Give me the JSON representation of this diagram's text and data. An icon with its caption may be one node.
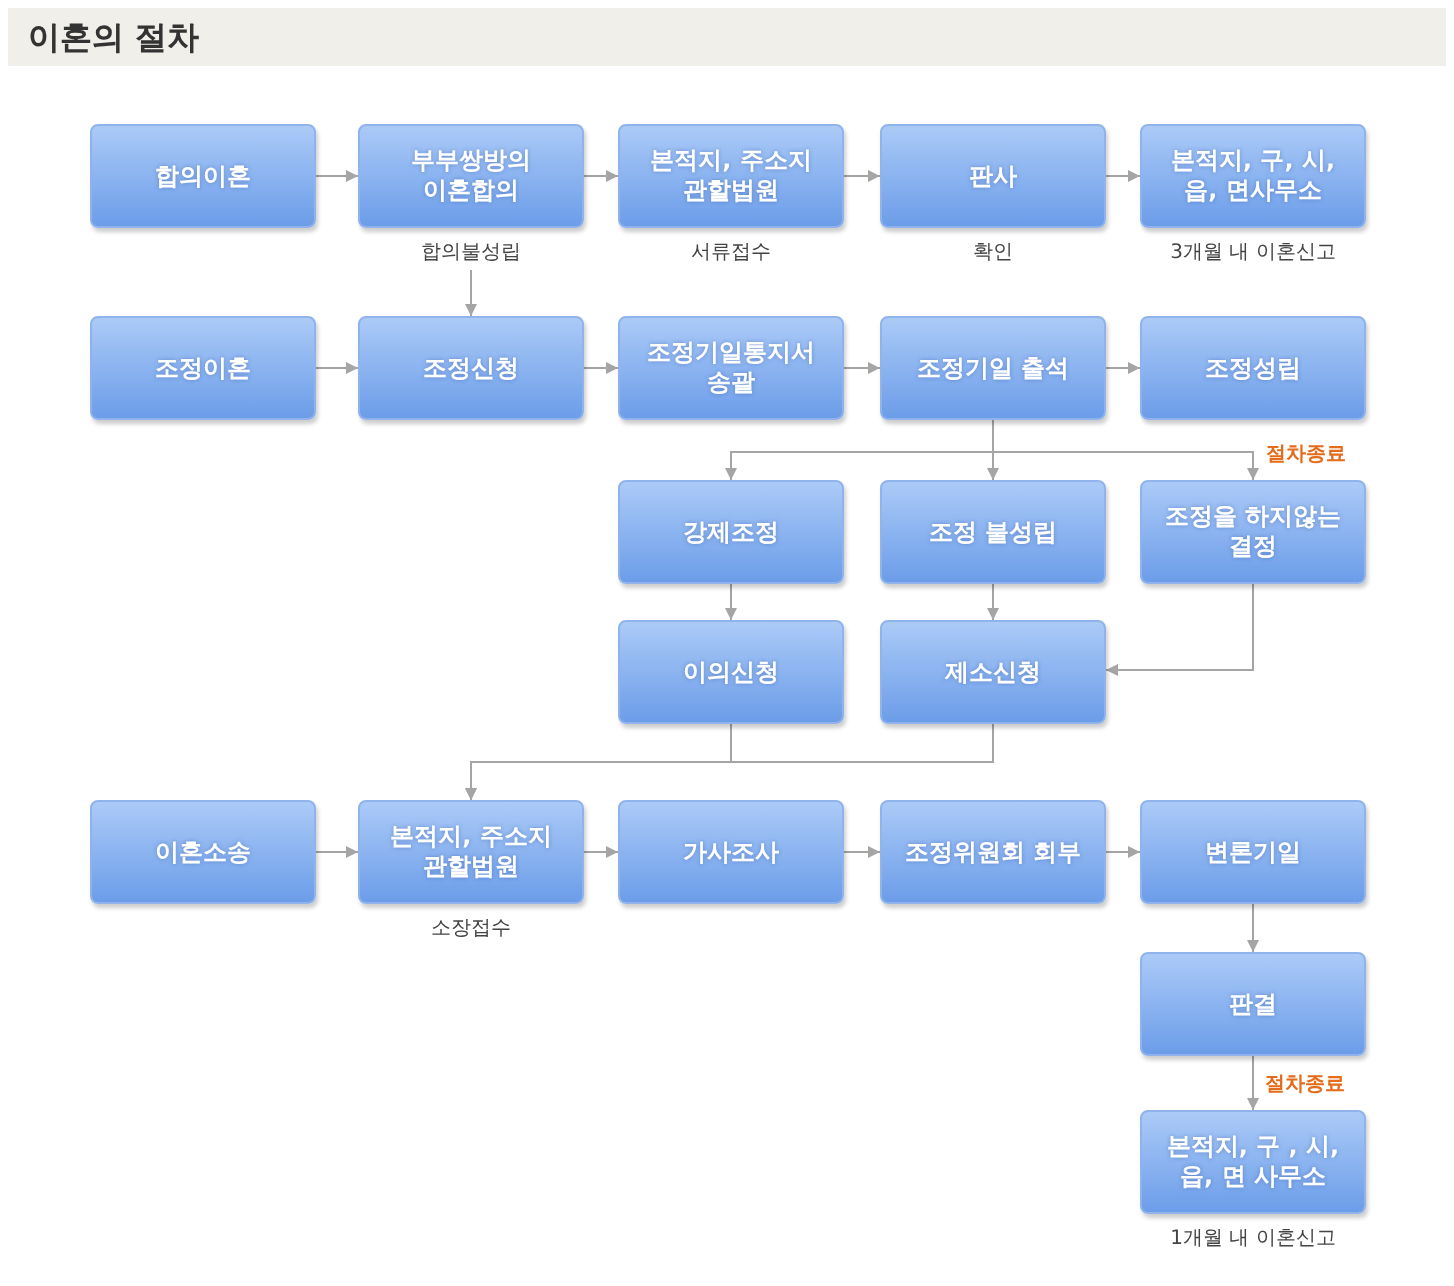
{
  "diagram": {
    "title": "이혼의 절차",
    "nodes": [
      {
        "text": [
          "합의이혼"
        ]
      },
      {
        "text": [
          "부부쌍방의 이혼합의"
        ],
        "beside": [
          "합의불성립"
        ]
      },
      {
        "text": [
          "본적지, 주소지 관할법원"
        ],
        "beside": [
          "서류접수"
        ]
      },
      {
        "text": [
          "판사"
        ],
        "beside": [
          "확인"
        ]
      },
      {
        "text": [
          "본적지, 구, 시, 읍, 면사무소"
        ],
        "beside": [
          "3개월 내 이혼신고"
        ]
      },
      {
        "text": [
          "조정이혼"
        ]
      },
      {
        "text": [
          "조정신청"
        ]
      },
      {
        "text": [
          "조정기일통지서 송괄"
        ]
      },
      {
        "text": [
          "조정기일 출석"
        ]
      },
      {
        "text": [
          "조정성립"
        ],
        "beside": [
          "절차종료"
        ]
      },
      {
        "text": [
          "강제조정"
        ]
      },
      {
        "text": [
          "조정 불성립"
        ]
      },
      {
        "text": [
          "조정을 하지않는 결정"
        ]
      },
      {
        "text": [
          "이의신청"
        ]
      },
      {
        "text": [
          "제소신청"
        ]
      },
      {
        "text": [
          "이혼소송"
        ]
      },
      {
        "text": [
          "본적지, 주소지 관할법원"
        ],
        "beside": [
          "소장접수"
        ]
      },
      {
        "text": [
          "가사조사"
        ]
      },
      {
        "text": [
          "조정위원회 회부"
        ]
      },
      {
        "text": [
          "변론기일"
        ]
      },
      {
        "text": [
          "판결"
        ]
      },
      {
        "text": [
          "본적지, 구 , 시, 읍, 면 사무소"
        ],
        "beside": [
          "1개월 내 이혼신고"
        ]
      }
    ],
    "edges": [
      {
        "from": 0,
        "to": 1,
        "arrow": "to"
      },
      {
        "from": 1,
        "to": 2,
        "arrow": "to"
      },
      {
        "from": 2,
        "to": 3,
        "arrow": "to"
      },
      {
        "from": 3,
        "to": 4,
        "arrow": "to"
      },
      {
        "from": 1,
        "to": 6,
        "arrow": "to"
      },
      {
        "from": 5,
        "to": 6,
        "arrow": "to"
      },
      {
        "from": 6,
        "to": 7,
        "arrow": "to"
      },
      {
        "from": 7,
        "to": 8,
        "arrow": "to"
      },
      {
        "from": 8,
        "to": 9,
        "arrow": "to"
      },
      {
        "from": 8,
        "to": 10,
        "arrow": "to"
      },
      {
        "from": 8,
        "to": 11,
        "arrow": "to"
      },
      {
        "from": 8,
        "to": 12,
        "arrow": "to"
      },
      {
        "from": 10,
        "to": 13,
        "arrow": "to"
      },
      {
        "from": 11,
        "to": 14,
        "arrow": "to"
      },
      {
        "from": 12,
        "to": 14,
        "arrow": "to"
      },
      {
        "from": 13,
        "to": 16,
        "arrow": "to"
      },
      {
        "from": 14,
        "to": 16,
        "arrow": "to"
      },
      {
        "from": 15,
        "to": 16,
        "arrow": "to"
      },
      {
        "from": 16,
        "to": 17,
        "arrow": "to"
      },
      {
        "from": 17,
        "to": 18,
        "arrow": "to"
      },
      {
        "from": 18,
        "to": 19,
        "arrow": "to"
      },
      {
        "from": 19,
        "to": 20,
        "arrow": "to"
      },
      {
        "from": 20,
        "to": 21,
        "arrow": "to",
        "label": "절차종료"
      }
    ]
  }
}
